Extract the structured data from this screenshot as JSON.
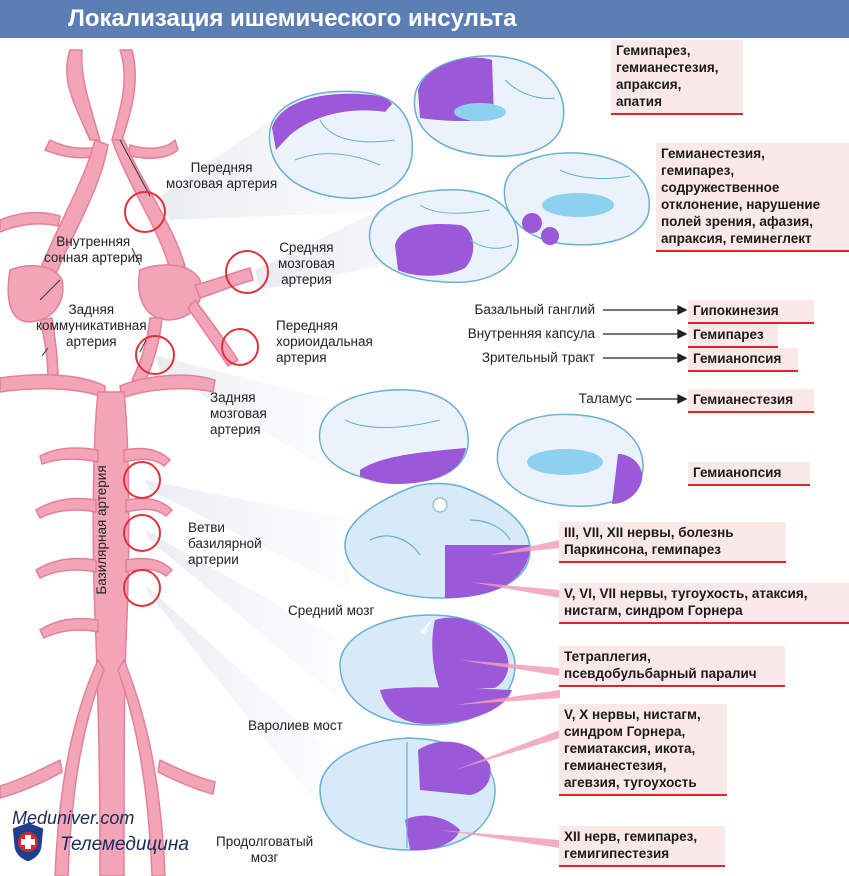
{
  "title": "Локализация ишемического инсульта",
  "artery_labels": {
    "anterior_cerebral": [
      "Передняя",
      "мозговая артерия"
    ],
    "internal_carotid": [
      "Внутренняя",
      "сонная артерия"
    ],
    "middle_cerebral": [
      "Средняя",
      "мозговая",
      "артерия"
    ],
    "posterior_communicating": [
      "Задняя",
      "коммуникативная",
      "артерия"
    ],
    "anterior_choroidal": [
      "Передняя",
      "хориоидальная",
      "артерия"
    ],
    "posterior_cerebral": [
      "Задняя",
      "мозговая",
      "артерия"
    ],
    "basilar": "Базилярная артерия",
    "basilar_branches": [
      "Ветви",
      "базилярной",
      "артерии"
    ]
  },
  "section_labels": {
    "midbrain": "Средний мозг",
    "pons": "Варолиев мост",
    "medulla": [
      "Продолговатый",
      "мозг"
    ]
  },
  "structures": {
    "basal_ganglia": "Базальный ганглий",
    "internal_capsule": "Внутренняя капсула",
    "optic_tract": "Зрительный тракт",
    "thalamus": "Таламус"
  },
  "symptoms": {
    "aca": [
      "Гемипарез,",
      "гемианестезия,",
      "апраксия,",
      "апатия"
    ],
    "mca": [
      "Гемианестезия,",
      "гемипарез,",
      "содружественное",
      "отклонение, нарушение",
      "полей зрения, афазия,",
      "апраксия, геминеглект"
    ],
    "basal_ganglia": "Гипокинезия",
    "internal_capsule": "Гемипарез",
    "optic_tract": "Гемианопсия",
    "thalamus": "Гемианестезия",
    "pca": "Гемианопсия",
    "midbrain_1": [
      "III, VII, XII нервы, болезнь",
      "Паркинсона, гемипарез"
    ],
    "midbrain_2": [
      "V, VI, VII нервы, тугоухость, атаксия,",
      "нистагм, синдром Горнера"
    ],
    "pons": [
      "Тетраплегия,",
      "псевдобульбарный паралич"
    ],
    "medulla_1": [
      "V, X нервы, нистагм,",
      "синдром Горнера,",
      "гемиатаксия, икота,",
      "гемианестезия,",
      "агевзия, тугоухость"
    ],
    "medulla_2": [
      "XII нерв, гемипарез,",
      "гемигипестезия"
    ]
  },
  "watermark": {
    "line1": "Meduniver.com",
    "line2": "Телемедицина"
  },
  "colors": {
    "title_bg": "#5b7fb5",
    "artery": "#f3a5b8",
    "artery_stroke": "#e57f9a",
    "brain_fill": "#eaf3fb",
    "brain_stroke": "#6aaed6",
    "lesion": "#9b59d9",
    "ventricle": "#8ed0ef",
    "box_bg": "#fbe9ea",
    "box_line": "#d62a2a",
    "marker_circle": "#e0323a"
  }
}
